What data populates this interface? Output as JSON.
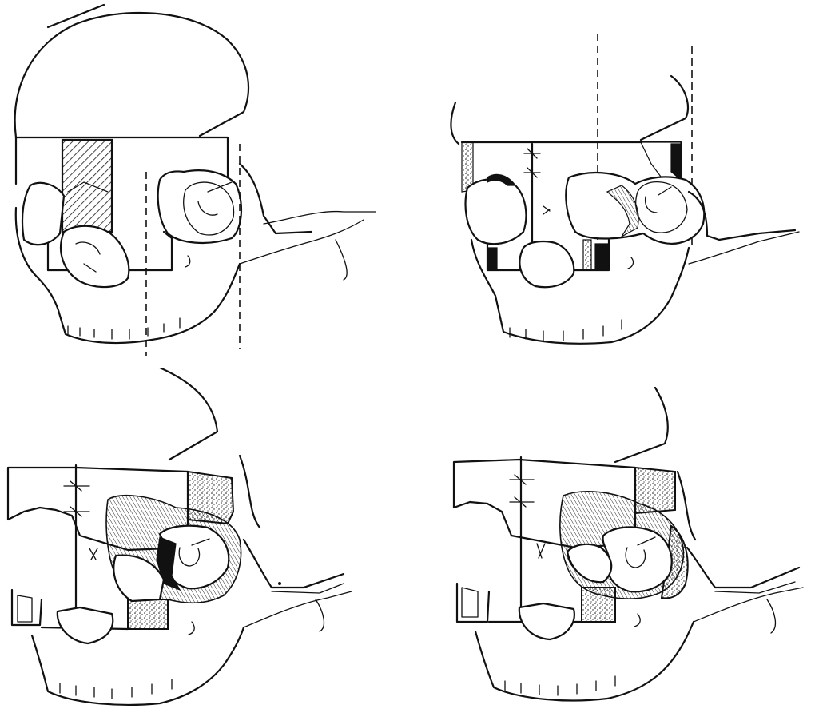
{
  "figure": {
    "panels": [
      {
        "id": "top-left",
        "icon": "skull-frontal-bar-osteotomy-icon"
      },
      {
        "id": "top-right",
        "icon": "skull-orbit-translocation-icon"
      },
      {
        "id": "bottom-left",
        "icon": "skull-oblique-bone-graft-icon"
      },
      {
        "id": "bottom-right",
        "icon": "skull-oblique-final-icon"
      }
    ],
    "colors": {
      "ink": "#111111",
      "paper": "#ffffff"
    }
  }
}
